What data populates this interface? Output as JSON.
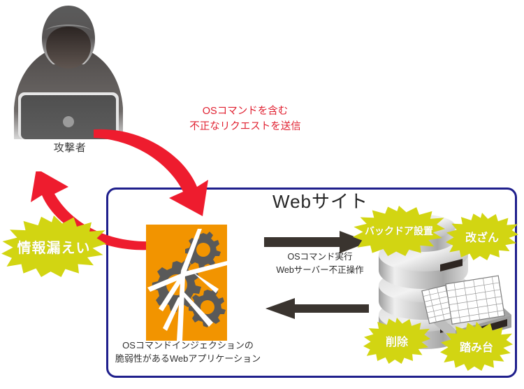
{
  "diagram": {
    "title_text": "Webサイト",
    "attacker": {
      "label": "攻撃者",
      "icon": "hooded-attacker-with-laptop-icon"
    },
    "attack_flow": {
      "label_line1": "OSコマンドを含む",
      "label_line2": "不正なリクエストを送信",
      "color": "#e02030",
      "arrow_icon": "curved-red-arrow-down-right-icon"
    },
    "leak_flow": {
      "arrow_icon": "curved-red-arrow-up-left-icon",
      "color": "#e02030"
    },
    "web_app": {
      "caption_line1": "OSコマンドインジェクションの",
      "caption_line2": "脆弱性があるWebアプリケーション",
      "icon": "broken-gears-orange-tile-icon",
      "tile_color": "#f29400",
      "gear_color": "#595959"
    },
    "server_flow": {
      "label_line1": "OSコマンド実行",
      "label_line2": "Webサーバー不正操作",
      "arrow_forward_icon": "black-arrow-right-icon",
      "arrow_back_icon": "black-arrow-left-icon",
      "arrow_color": "#3a342f"
    },
    "database": {
      "icon": "database-cylinder-with-drawer-and-documents-icon",
      "color": "#b8b8b8"
    },
    "impacts": [
      {
        "id": "leak",
        "label": "情報漏えい"
      },
      {
        "id": "backdoor",
        "label": "バックドア設置"
      },
      {
        "id": "tamper",
        "label": "改ざん"
      },
      {
        "id": "delete",
        "label": "削除"
      },
      {
        "id": "stepping",
        "label": "踏み台"
      }
    ],
    "colors": {
      "burst_fill": "#d2d512",
      "burst_text": "#ffffff",
      "box_border": "#1f1f8c",
      "background": "#ffffff"
    }
  }
}
